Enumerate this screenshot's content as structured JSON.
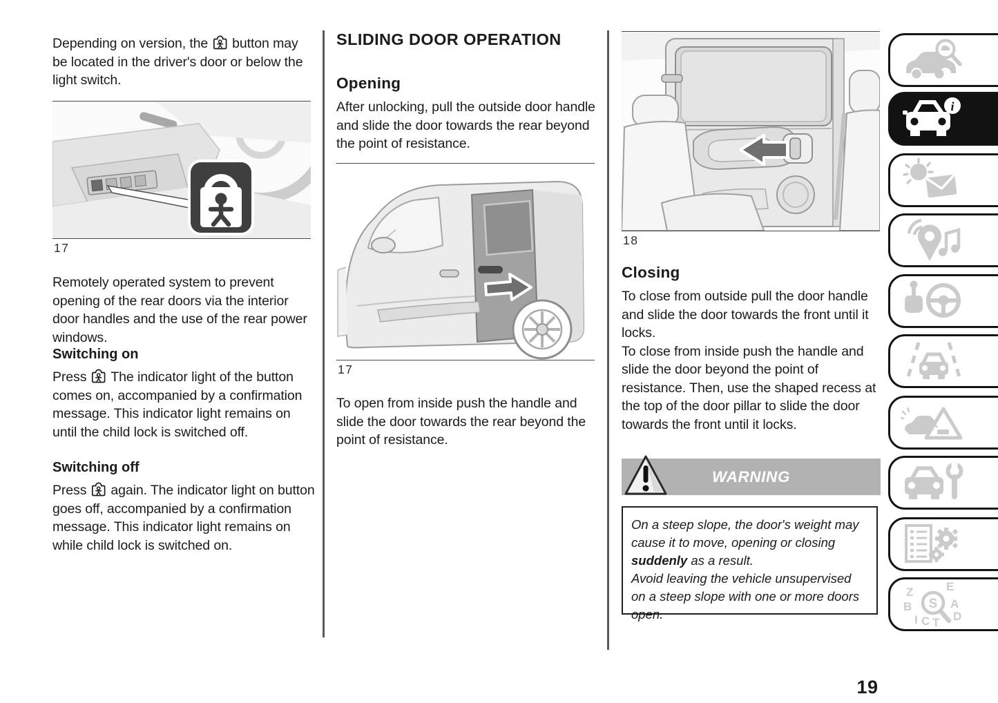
{
  "page": {
    "number": "19"
  },
  "colors": {
    "text": "#1b1b1b",
    "warning_bar": "#b2b2b2",
    "active_tab": "#121212",
    "inactive_icon": "#cbcbcb"
  },
  "left_column": {
    "intro_before": "Depending on version, the",
    "intro_after": "button may be located in the driver's door or below the light switch.",
    "figure_label": "17",
    "description": "Remotely operated system to prevent opening of the rear doors via the interior door handles and the use of the rear power windows.",
    "switching_on_heading": "Switching on",
    "switching_on_before": "Press",
    "switching_on_after": "The indicator light of the button comes on, accompanied by a confirmation message. This indicator light remains on until the child lock is switched off.",
    "switching_off_heading": "Switching off",
    "switching_off_before": "Press",
    "switching_off_after": "again. The indicator light on button goes off, accompanied by a confirmation message. This indicator light remains on while child lock is switched on."
  },
  "middle_column": {
    "title": "SLIDING DOOR OPERATION",
    "opening_heading": "Opening",
    "opening_text": "After unlocking, pull the outside door handle and slide the door towards the rear beyond the point of resistance.",
    "figure_label": "17",
    "open_inside_text": "To open from inside push the handle and slide the door towards the rear beyond the point of resistance."
  },
  "right_column": {
    "figure_label": "18",
    "closing_heading": "Closing",
    "closing_text_1": "To close from outside pull the door handle and slide the door towards the front until it locks.",
    "closing_text_2": "To close from inside push the handle and slide the door beyond the point of resistance. Then, use the shaped recess at the top of the door pillar to slide the door towards the front until it locks.",
    "warning": {
      "label": "WARNING",
      "body_1": "On a steep slope, the door's weight may cause it to move, opening or closing ",
      "body_bold": "suddenly",
      "body_2": " as a result.",
      "body_3": "Avoid leaving the vehicle unsupervised on a steep slope with one or more doors open."
    }
  },
  "sidebar": {
    "items": [
      {
        "icon": "car-search-icon",
        "active": false
      },
      {
        "icon": "car-info-icon",
        "active": true
      },
      {
        "icon": "warning-lights-messages-icon",
        "active": false
      },
      {
        "icon": "navigation-audio-icon",
        "active": false
      },
      {
        "icon": "gear-lever-steering-icon",
        "active": false
      },
      {
        "icon": "lane-assist-icon",
        "active": false
      },
      {
        "icon": "emergency-triangle-icon",
        "active": false
      },
      {
        "icon": "car-service-wrench-icon",
        "active": false
      },
      {
        "icon": "technical-data-gears-icon",
        "active": false
      },
      {
        "icon": "alphabetical-index-icon",
        "active": false
      }
    ]
  }
}
